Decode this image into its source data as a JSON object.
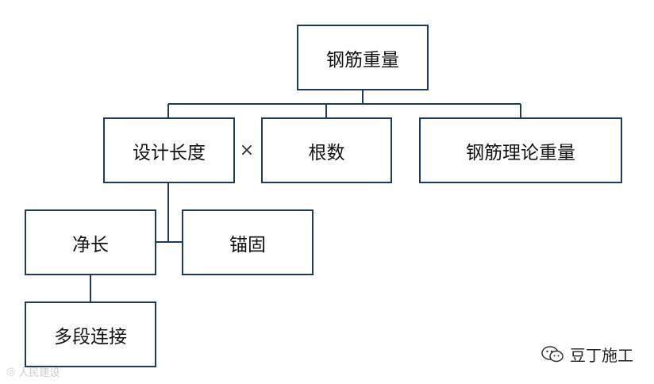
{
  "nodes": {
    "root": "钢筋重量",
    "design_length": "设计长度",
    "count": "根数",
    "theoretical_weight": "钢筋理论重量",
    "net_length": "净长",
    "anchorage": "锚固",
    "multi_segment": "多段连接"
  },
  "operator": "×",
  "watermarks": {
    "brand": "豆丁施工",
    "faint_mark": "人民建设"
  },
  "colors": {
    "border": "#1f3a5a",
    "line": "#1f3a5a",
    "text": "#111111"
  }
}
